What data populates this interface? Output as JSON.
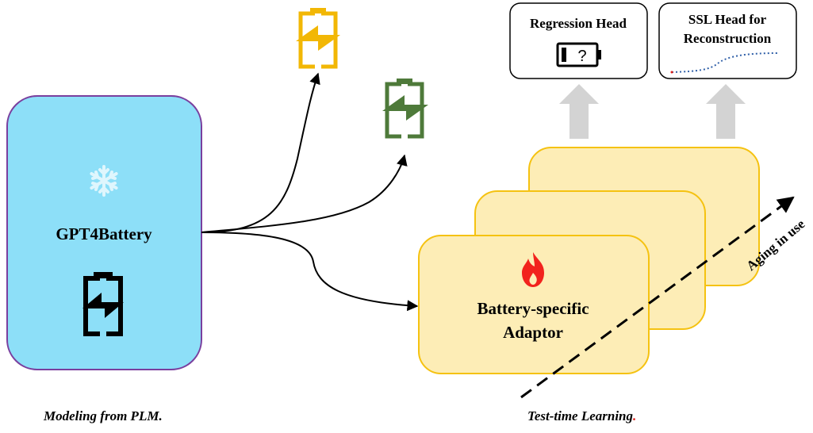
{
  "left_panel": {
    "title": "GPT4Battery",
    "caption": "Modeling from PLM",
    "caption_end": ".",
    "fill_color": "#8ddff8",
    "border_color": "#7a3f9e",
    "snowflake_icon": "snowflake-icon",
    "battery_icon": "battery-charging-icon"
  },
  "batteries": [
    {
      "icon": "battery-charging-icon",
      "color": "#f2b705"
    },
    {
      "icon": "battery-charging-icon",
      "color": "#4e7a3a"
    }
  ],
  "adaptor": {
    "line1": "Battery-specific",
    "line2": "Adaptor",
    "fire_icon": "flame-icon",
    "fire_color": "#f2231d",
    "card_fill": "#fdedb6",
    "card_border": "#f5c211"
  },
  "aging_label": "Aging in use",
  "heads": {
    "regression": {
      "label": "Regression Head",
      "icon": "battery-unknown-icon"
    },
    "ssl": {
      "line1": "SSL Head for",
      "line2": "Reconstruction",
      "icon": "dotted-curve-icon"
    }
  },
  "right_caption": "Test-time Learning",
  "right_caption_end": "."
}
